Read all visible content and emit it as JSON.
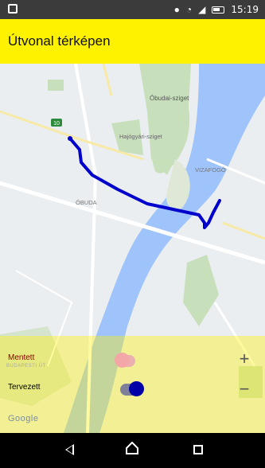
{
  "status_bar": {
    "time": "15:19",
    "icons": [
      "notification-icon",
      "location-icon",
      "wifi-icon",
      "signal-icon",
      "battery-icon"
    ]
  },
  "app_bar": {
    "title": "Útvonal térképen"
  },
  "map": {
    "labels": {
      "island_1": "Óbudai-sziget",
      "island_2": "Hajógyári-sziget",
      "district_1": "ÓBUDA",
      "district_2": "VIZAFOGÓ",
      "road_badge": "10"
    }
  },
  "legend": {
    "saved_label": "Mentett",
    "saved_sublabel": "BUDAPESTI ÚT",
    "planned_label": "Tervezett",
    "saved_enabled": false,
    "planned_enabled": true
  },
  "controls": {
    "zoom_in": "+",
    "zoom_out": "−"
  },
  "attribution": "Google",
  "colors": {
    "app_bar": "#fff200",
    "route": "#0000cc",
    "river": "#9fc4fb",
    "park": "#c8dfbc",
    "saved_toggle": "#f4a7a7",
    "planned_toggle": "#0000a8"
  }
}
